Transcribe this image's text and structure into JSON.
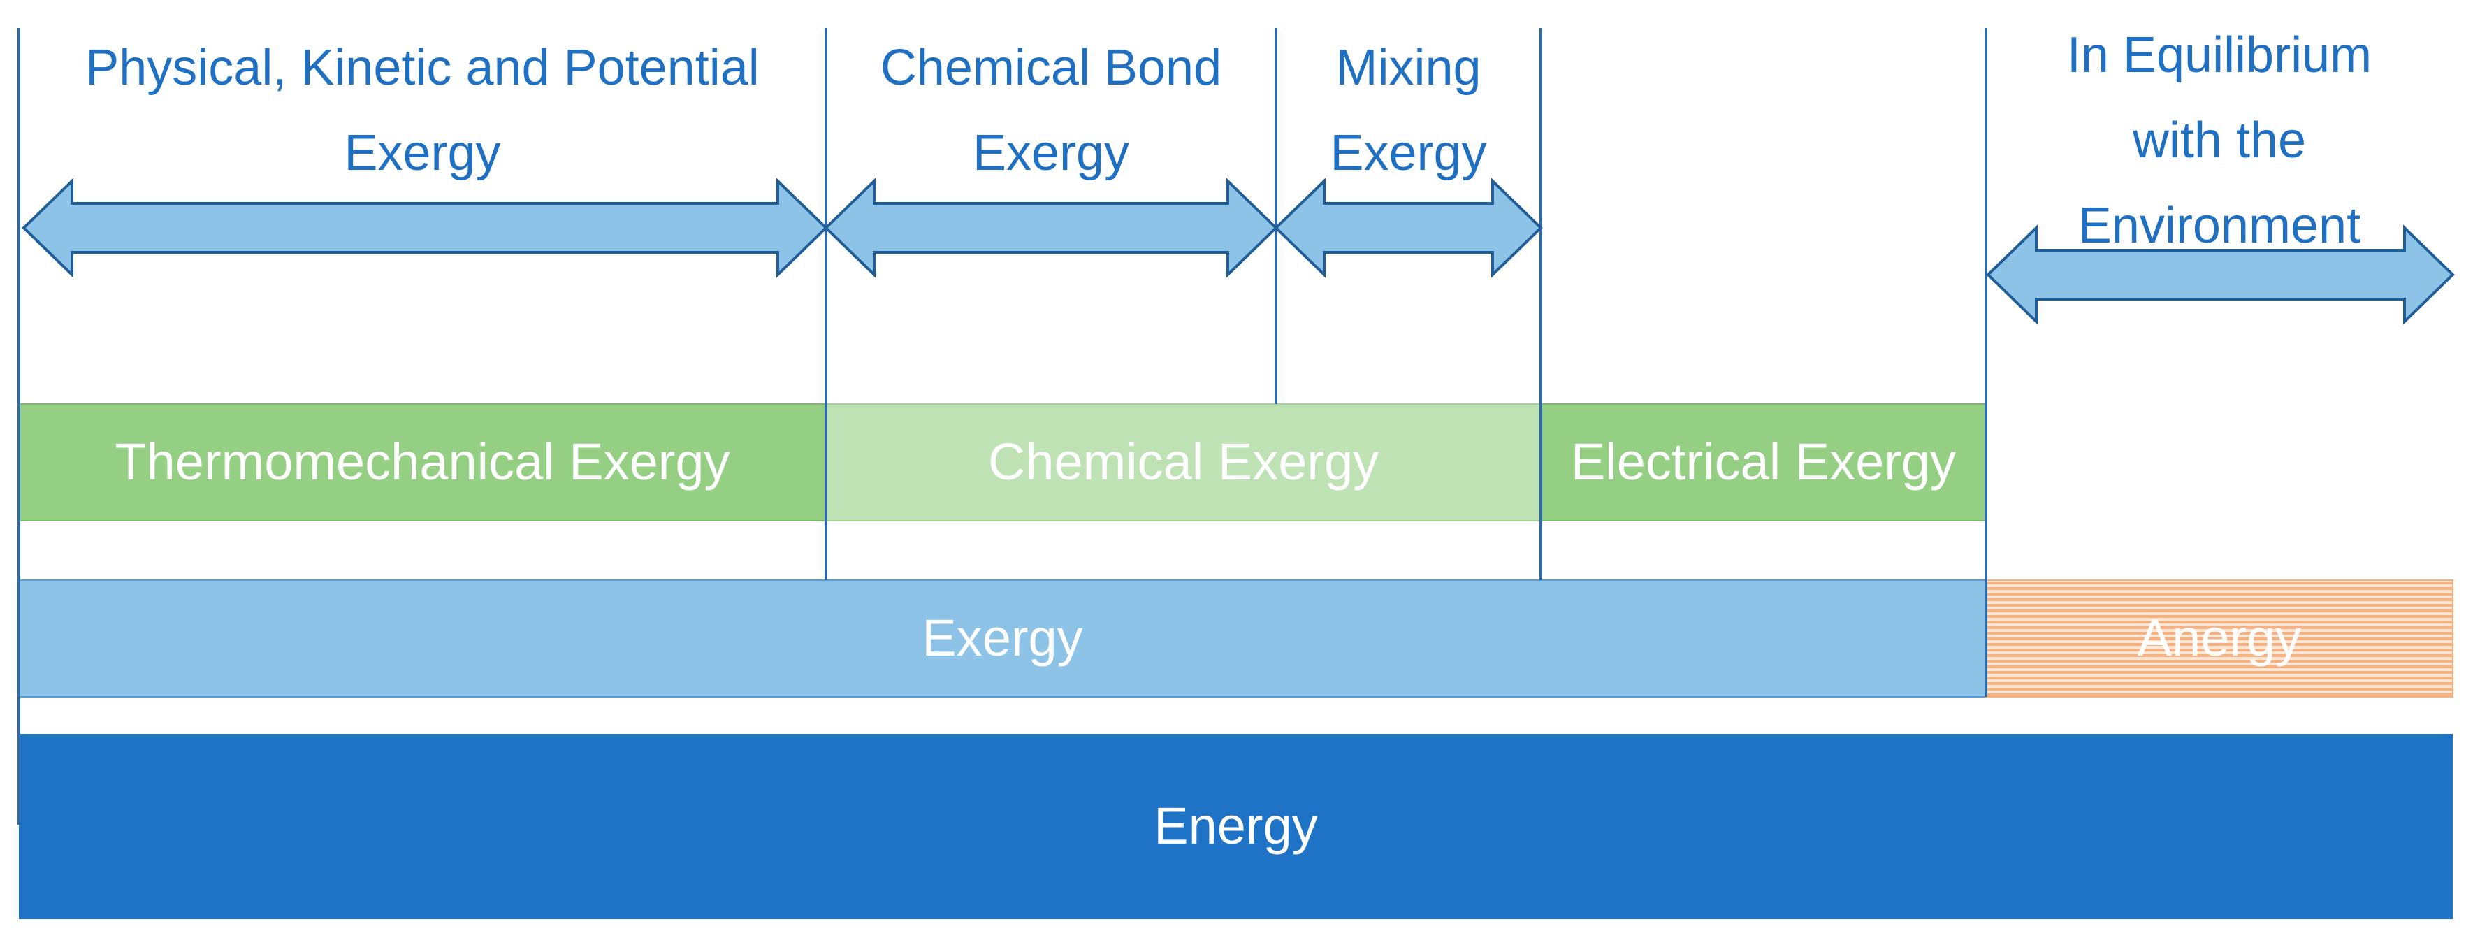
{
  "diagram": {
    "top_labels": {
      "physical_kinetic_potential": [
        "Physical, Kinetic and Potential",
        "Exergy"
      ],
      "chemical_bond": [
        "Chemical Bond",
        "Exergy"
      ],
      "mixing": [
        "Mixing",
        "Exergy"
      ],
      "equilibrium": [
        "In Equilibrium",
        "with the",
        "Environment"
      ]
    },
    "row_labels": {
      "thermomechanical": "Thermomechanical Exergy",
      "chemical": "Chemical Exergy",
      "electrical": "Electrical Exergy",
      "exergy": "Exergy",
      "anergy": "Anergy",
      "energy": "Energy"
    },
    "colors": {
      "energy": "#1F73C7",
      "exergy": "#8DC3E6",
      "thermomechanical": "#95CF84",
      "chemical": "#BEE2B4",
      "electrical": "#95CF84",
      "anergy_stripe_a": "#F4B183",
      "anergy_stripe_b": "#F8CBAD",
      "arrow_fill": "#8DC3E6",
      "arrow_stroke": "#1F5E99",
      "divider": "#2D6AA8",
      "label_text": "#1F6FC2"
    }
  }
}
